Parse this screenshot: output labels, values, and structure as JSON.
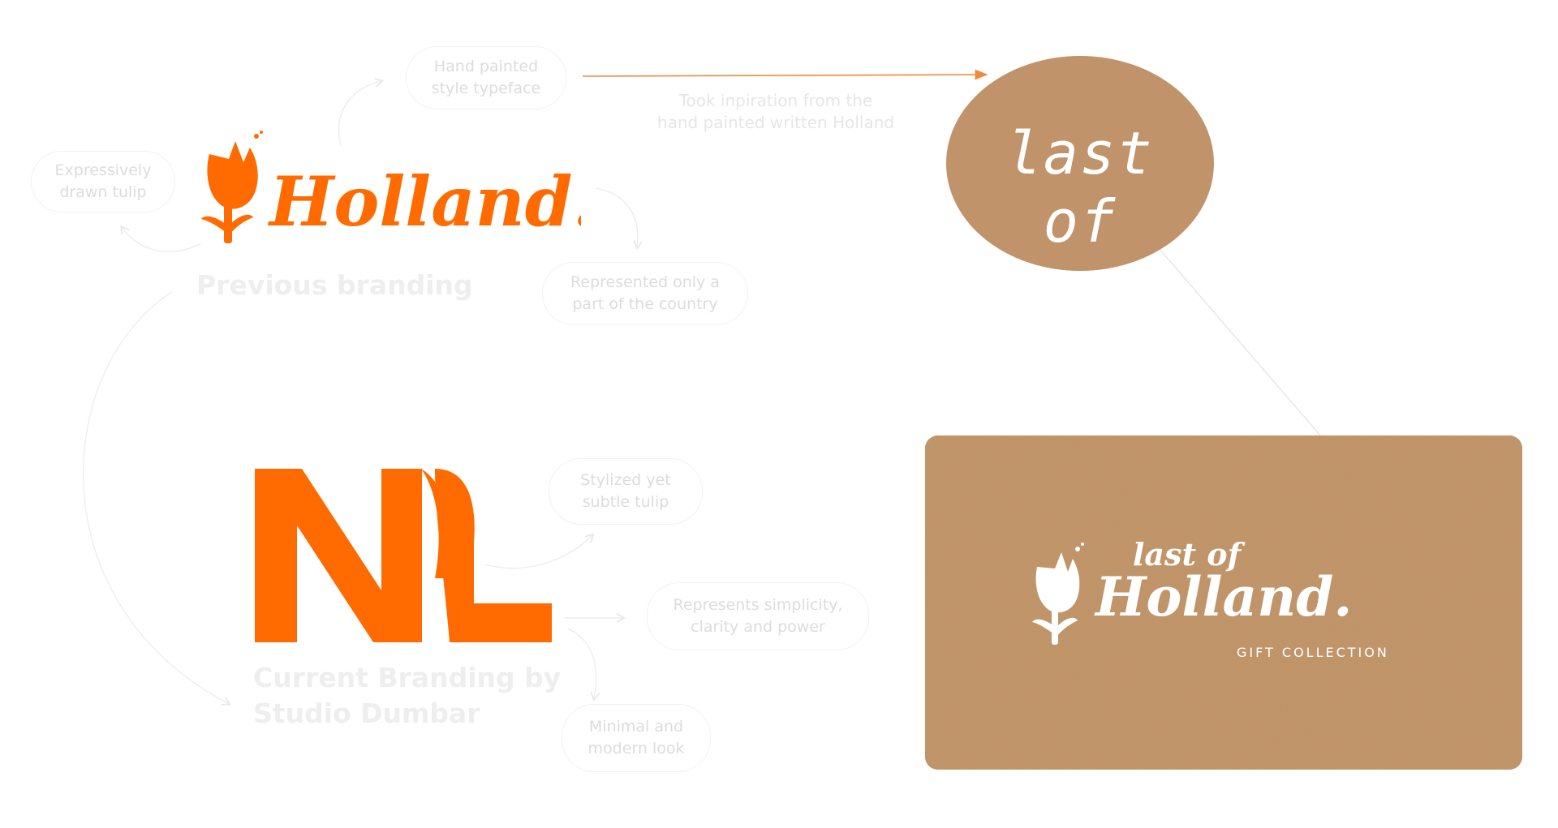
{
  "previous": {
    "wordmark": "Holland.",
    "heading": "Previous branding",
    "notes": {
      "typeface": [
        "Hand painted",
        "style typeface"
      ],
      "tulip": [
        "Expressively",
        "drawn tulip"
      ],
      "represented": [
        "Represented only a",
        "part of the country"
      ]
    }
  },
  "inspiration_note": [
    "Took inpiration from the",
    "hand painted written Holland"
  ],
  "current": {
    "logo_letters": "NL",
    "heading": [
      "Current Branding by",
      "Studio Dumbar"
    ],
    "notes": {
      "tulip": [
        "Stylized yet",
        "subtle tulip"
      ],
      "represents": [
        "Represents  simplicity,",
        "clarity and  power"
      ],
      "minimal": [
        "Minimal and",
        "modern  look"
      ]
    }
  },
  "sketch": {
    "text": "last of"
  },
  "final_logo": {
    "line1": "last of",
    "line2": "Holland.",
    "subtitle": "GIFT COLLECTION"
  },
  "colors": {
    "orange": "#ff6b00",
    "kraft": "#c39466",
    "sketch_circle": "#c0936a",
    "faint_text": "#dcdcdc"
  }
}
